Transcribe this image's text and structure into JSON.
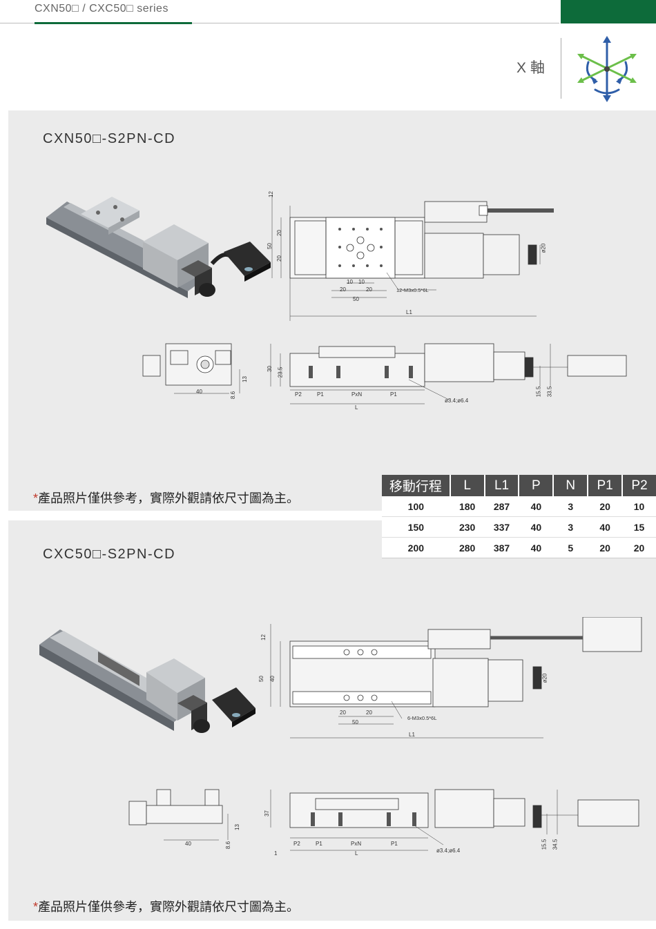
{
  "header": {
    "series": "CXN50□ / CXC50□ series",
    "axis_label": "X 軸"
  },
  "icons": {
    "axis": "xyz-axis-icon",
    "photo": "linear-stage-photo"
  },
  "colors": {
    "brand_green": "#0d6b3a",
    "table_header": "#4d4d4d",
    "panel_bg": "#ebebeb"
  },
  "section1": {
    "model": "CXN50□-S2PN-CD",
    "note_star": "*",
    "note": "產品照片僅供參考，實際外觀請依尺寸圖為主。",
    "dims": {
      "d12": "12",
      "d50": "50",
      "d20a": "20",
      "d20b": "20",
      "d10a": "10",
      "d10b": "10",
      "d20c": "20",
      "d20d": "20",
      "d50b": "50",
      "holes": "12-M3x0.5*6L",
      "L1": "L1",
      "phi20": "ø20",
      "d40": "40",
      "d30": "30",
      "d23_5": "23.5",
      "d13": "13",
      "d8_6": "8.6",
      "P2": "P2",
      "P1a": "P1",
      "PxN": "PxN",
      "P1b": "P1",
      "L": "L",
      "screw": "ø3.4;ø6.4",
      "d15_5": "15.5",
      "d33_5": "33.5"
    }
  },
  "section2": {
    "model": "CXC50□-S2PN-CD",
    "note_star": "*",
    "note": "產品照片僅供參考，實際外觀請依尺寸圖為主。",
    "dims": {
      "d12": "12",
      "d50": "50",
      "d40": "40",
      "d20a": "20",
      "d20b": "20",
      "d50b": "50",
      "holes": "6-M3x0.5*6L",
      "L1": "L1",
      "phi20": "ø20",
      "d40b": "40",
      "d37": "37",
      "d13": "13",
      "d8_6": "8.6",
      "P2": "P2",
      "P1a": "P1",
      "PxN": "PxN",
      "P1b": "P1",
      "L": "L",
      "d1": "1",
      "screw": "ø3.4;ø6.4",
      "d15_5": "15.5",
      "d34_5": "34.5"
    }
  },
  "spec_table": {
    "headers": [
      "移動行程",
      "L",
      "L1",
      "P",
      "N",
      "P1",
      "P2"
    ],
    "rows": [
      [
        "100",
        "180",
        "287",
        "40",
        "3",
        "20",
        "10"
      ],
      [
        "150",
        "230",
        "337",
        "40",
        "3",
        "40",
        "15"
      ],
      [
        "200",
        "280",
        "387",
        "40",
        "5",
        "20",
        "20"
      ]
    ]
  }
}
